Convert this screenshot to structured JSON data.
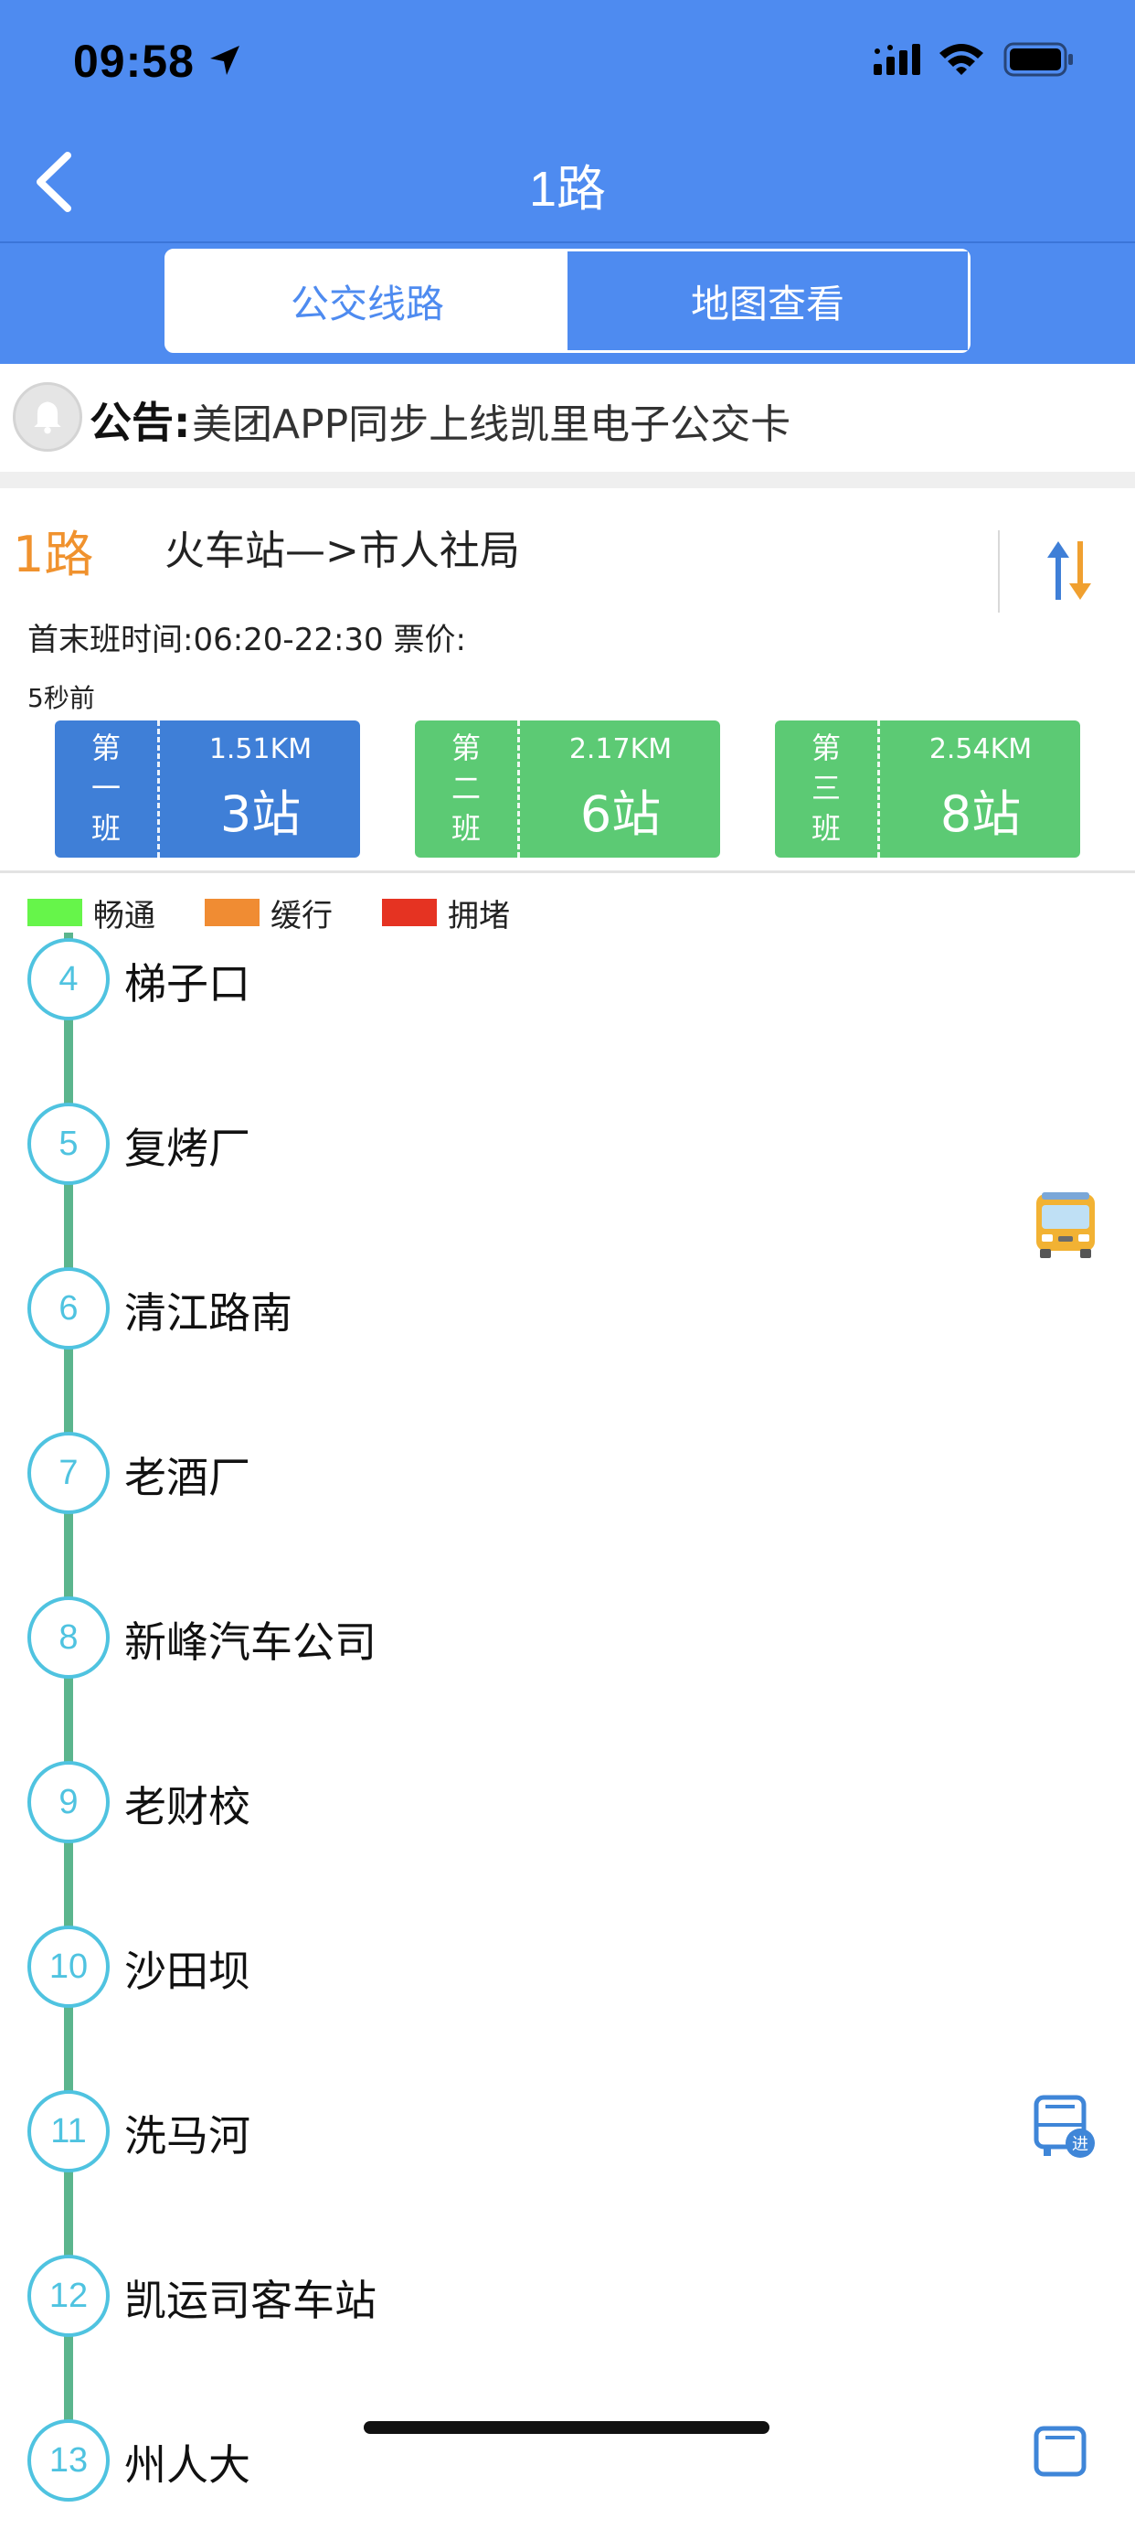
{
  "status_bar": {
    "time": "09:58",
    "icons": [
      "location-arrow-icon",
      "cellular-signal-icon",
      "wifi-icon",
      "battery-icon"
    ]
  },
  "nav": {
    "back_icon": "chevron-left-icon",
    "title": "1路"
  },
  "tabs": [
    {
      "label": "公交线路",
      "active": true
    },
    {
      "label": "地图查看",
      "active": false
    }
  ],
  "notice": {
    "icon": "bell-icon",
    "label": "公告:",
    "text": "美团APP同步上线凯里电子公交卡"
  },
  "route": {
    "number": "1路",
    "direction": "火车站—>市人社局",
    "swap_icon": "swap-direction-icon",
    "time_info": "首末班时间:06:20-22:30 票价:",
    "updated": "5秒前"
  },
  "buses": [
    {
      "ordinal": [
        "第",
        "一",
        "班"
      ],
      "distance": "1.51KM",
      "stops": "3站",
      "color": "#3f7fd7"
    },
    {
      "ordinal": [
        "第",
        "二",
        "班"
      ],
      "distance": "2.17KM",
      "stops": "6站",
      "color": "#5cca74"
    },
    {
      "ordinal": [
        "第",
        "三",
        "班"
      ],
      "distance": "2.54KM",
      "stops": "8站",
      "color": "#5cca74"
    }
  ],
  "legend": [
    {
      "label": "畅通",
      "color": "#66f54a"
    },
    {
      "label": "缓行",
      "color": "#f08c33"
    },
    {
      "label": "拥堵",
      "color": "#e53322"
    }
  ],
  "stops": [
    {
      "num": "4",
      "name": "梯子口"
    },
    {
      "num": "5",
      "name": "复烤厂"
    },
    {
      "num": "6",
      "name": "清江路南"
    },
    {
      "num": "7",
      "name": "老酒厂"
    },
    {
      "num": "8",
      "name": "新峰汽车公司"
    },
    {
      "num": "9",
      "name": "老财校"
    },
    {
      "num": "10",
      "name": "沙田坝"
    },
    {
      "num": "11",
      "name": "洗马河"
    },
    {
      "num": "12",
      "name": "凯运司客车站"
    },
    {
      "num": "13",
      "name": "州人大"
    }
  ],
  "indicators": {
    "bus_between": "bus-yellow-icon",
    "bus_arriving": "bus-arriving-icon",
    "arriving_badge": "进"
  },
  "colors": {
    "header_blue": "#4e8bf0",
    "route_orange": "#f0922e",
    "line_green": "#5bb58d",
    "stop_circle": "#4fc3e0"
  }
}
